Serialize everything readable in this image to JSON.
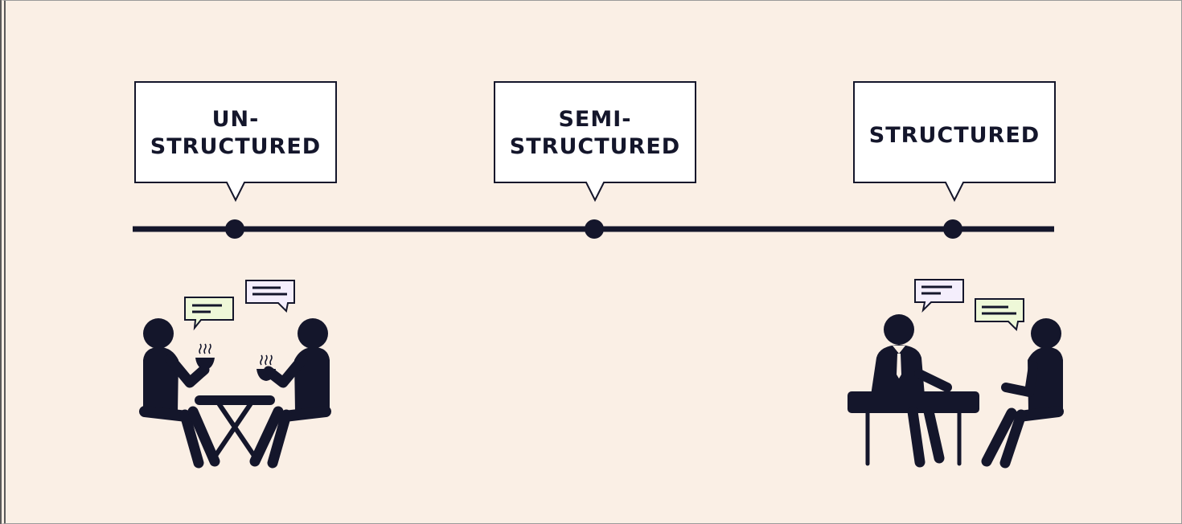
{
  "spectrum": {
    "stages": [
      {
        "lines": [
          "UN-",
          "STRUCTURED"
        ]
      },
      {
        "lines": [
          "SEMI-",
          "STRUCTURED"
        ]
      },
      {
        "lines": [
          "STRUCTURED"
        ]
      }
    ]
  },
  "colors": {
    "background": "#faefe5",
    "ink": "#14162b",
    "bubble_green": "#eef8d8",
    "bubble_lavender": "#f4eefc",
    "callout_fill": "#ffffff"
  },
  "illustrations": {
    "left": "two-people-having-coffee-icon",
    "right": "formal-interview-icon"
  }
}
